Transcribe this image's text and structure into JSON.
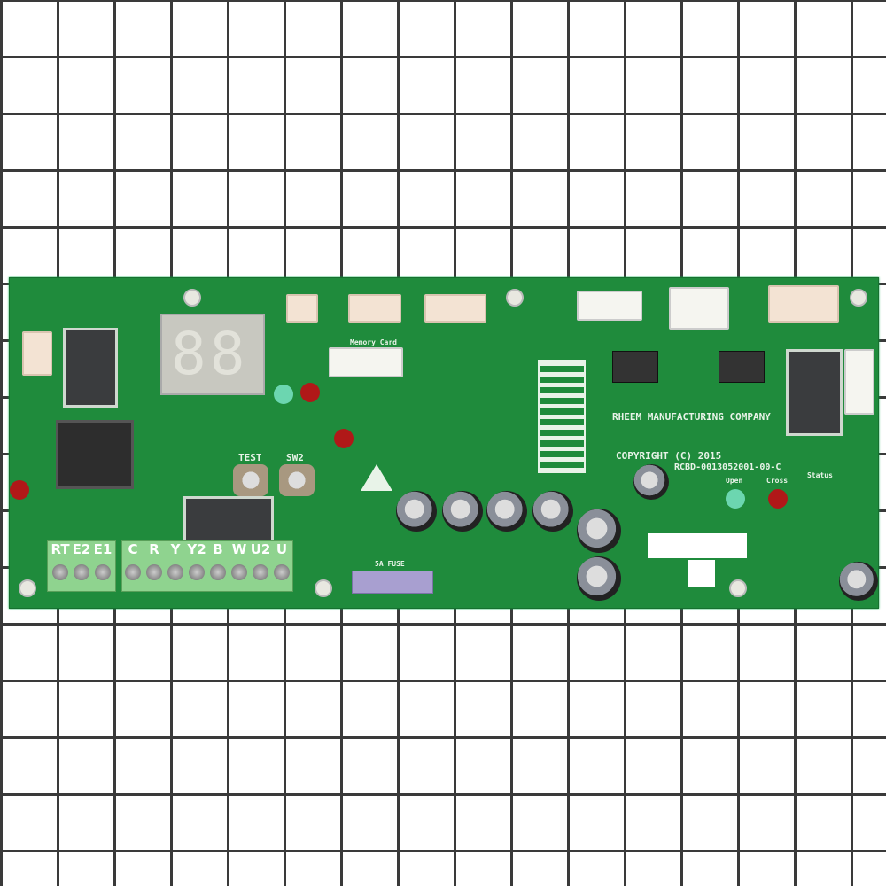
{
  "board": {
    "manufacturer_text": "RHEEM MANUFACTURING COMPANY",
    "copyright_text": "COPYRIGHT (C) 2015",
    "part_number": "RCBD-0013052001-00-C",
    "memory_card_label": "Memory Card",
    "fuse_label": "5A FUSE",
    "test_button_label": "TEST",
    "sw2_button_label": "SW2",
    "led_open_label": "Open",
    "led_cross_label": "Cross",
    "status_label": "Status",
    "display_digits": "88",
    "terminals_left": [
      "RT",
      "E2",
      "E1"
    ],
    "terminals_right": [
      "C",
      "R",
      "Y",
      "Y2",
      "B",
      "W",
      "U2",
      "U"
    ],
    "board_color": "#1f8b3c",
    "grid_line_color": "#3a3a3a"
  }
}
